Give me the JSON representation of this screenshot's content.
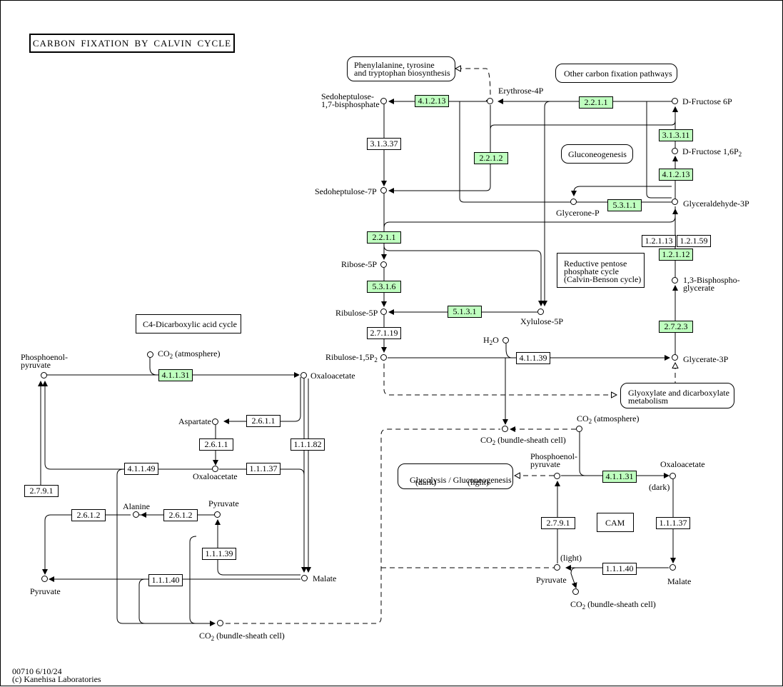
{
  "title": "CARBON FIXATION BY CALVIN CYCLE",
  "footer": {
    "map_id_date": "00710 6/10/24",
    "copyright": "(c) Kanehisa Laboratories"
  },
  "pathway_links": {
    "aromatic": "Phenylalanine, tyrosine\nand tryptophan biosynthesis",
    "other_fixation": "Other carbon fixation pathways",
    "gluconeogenesis": "Gluconeogenesis",
    "glyoxylate": "Glyoxylate and dicarboxylate\nmetabolism",
    "glycolysis": "Glycolysis / Gluconeogenesis",
    "glycolysis_dark": "(dark)",
    "glycolysis_light": "(light)"
  },
  "region_labels": {
    "calvin": "Reductive pentose\nphosphate cycle\n(Calvin-Benson cycle)",
    "c4": "C4-Dicarboxylic acid cycle",
    "cam": "CAM"
  },
  "compounds": {
    "sbp": "Sedoheptulose-\n1,7-bisphosphate",
    "e4p": "Erythrose-4P",
    "f6p": "D-Fructose 6P",
    "fbp": "D-Fructose 1,6P",
    "fbp_sub": "2",
    "s7p": "Sedoheptulose-7P",
    "glycerone_p": "Glycerone-P",
    "g3p": "Glyceraldehyde-3P",
    "r5p": "Ribose-5P",
    "bpg": "1,3-Bisphospho-\nglycerate",
    "ru5p": "Ribulose-5P",
    "x5p": "Xylulose-5P",
    "h2o": "H",
    "h2o_sub": "2",
    "h2o_end": "O",
    "rubp": "Ribulose-1,5P",
    "rubp_sub": "2",
    "g3p_acid": "Glycerate-3P",
    "co2": "CO",
    "co2_sub": "2",
    "co2_atm": "(atmosphere)",
    "co2_bs": "(bundle-sheath cell)",
    "pep": "Phosphoenol-\npyruvate",
    "oaa": "Oxaloacetate",
    "aspartate": "Aspartate",
    "alanine": "Alanine",
    "pyruvate": "Pyruvate",
    "malate": "Malate",
    "dark": "(dark)",
    "light": "(light)"
  },
  "enzymes": {
    "e_4_1_2_13a": "4.1.2.13",
    "e_2_2_1_1a": "2.2.1.1",
    "e_3_1_3_11": "3.1.3.11",
    "e_3_1_3_37": "3.1.3.37",
    "e_2_2_1_2": "2.2.1.2",
    "e_4_1_2_13b": "4.1.2.13",
    "e_5_3_1_1": "5.3.1.1",
    "e_2_2_1_1b": "2.2.1.1",
    "e_1_2_1_13": "1.2.1.13",
    "e_1_2_1_59": "1.2.1.59",
    "e_1_2_1_12": "1.2.1.12",
    "e_5_3_1_6": "5.3.1.6",
    "e_5_1_3_1": "5.1.3.1",
    "e_2_7_2_3": "2.7.2.3",
    "e_2_7_1_19": "2.7.1.19",
    "e_4_1_1_39": "4.1.1.39",
    "e_4_1_1_31a": "4.1.1.31",
    "e_2_6_1_1a": "2.6.1.1",
    "e_2_6_1_1b": "2.6.1.1",
    "e_1_1_1_82": "1.1.1.82",
    "e_4_1_1_49": "4.1.1.49",
    "e_1_1_1_37a": "1.1.1.37",
    "e_2_7_9_1a": "2.7.9.1",
    "e_2_6_1_2a": "2.6.1.2",
    "e_2_6_1_2b": "2.6.1.2",
    "e_1_1_1_39": "1.1.1.39",
    "e_1_1_1_40a": "1.1.1.40",
    "e_4_1_1_31b": "4.1.1.31",
    "e_1_1_1_37b": "1.1.1.37",
    "e_2_7_9_1b": "2.7.9.1",
    "e_1_1_1_40b": "1.1.1.40"
  },
  "colors": {
    "enzyme_found": "#bfffbf",
    "enzyme_default": "#ffffff",
    "line": "#000000"
  }
}
